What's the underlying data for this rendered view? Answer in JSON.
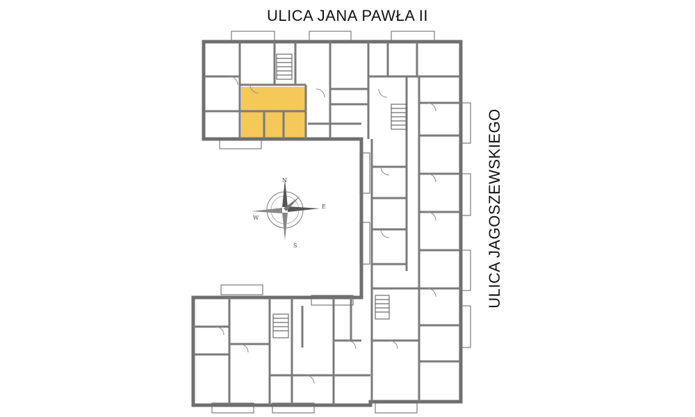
{
  "streets": {
    "top": "ULICA  JANA PAWŁA II",
    "right": "ULICA  JAGOSZEWSKIEGO"
  },
  "compass": {
    "n": "N",
    "e": "E",
    "s": "S",
    "w": "W"
  },
  "colors": {
    "wall": "#6f6f6f",
    "highlight": "#f5c85a",
    "background": "#ffffff"
  },
  "highlighted_unit": "selected-apartment"
}
